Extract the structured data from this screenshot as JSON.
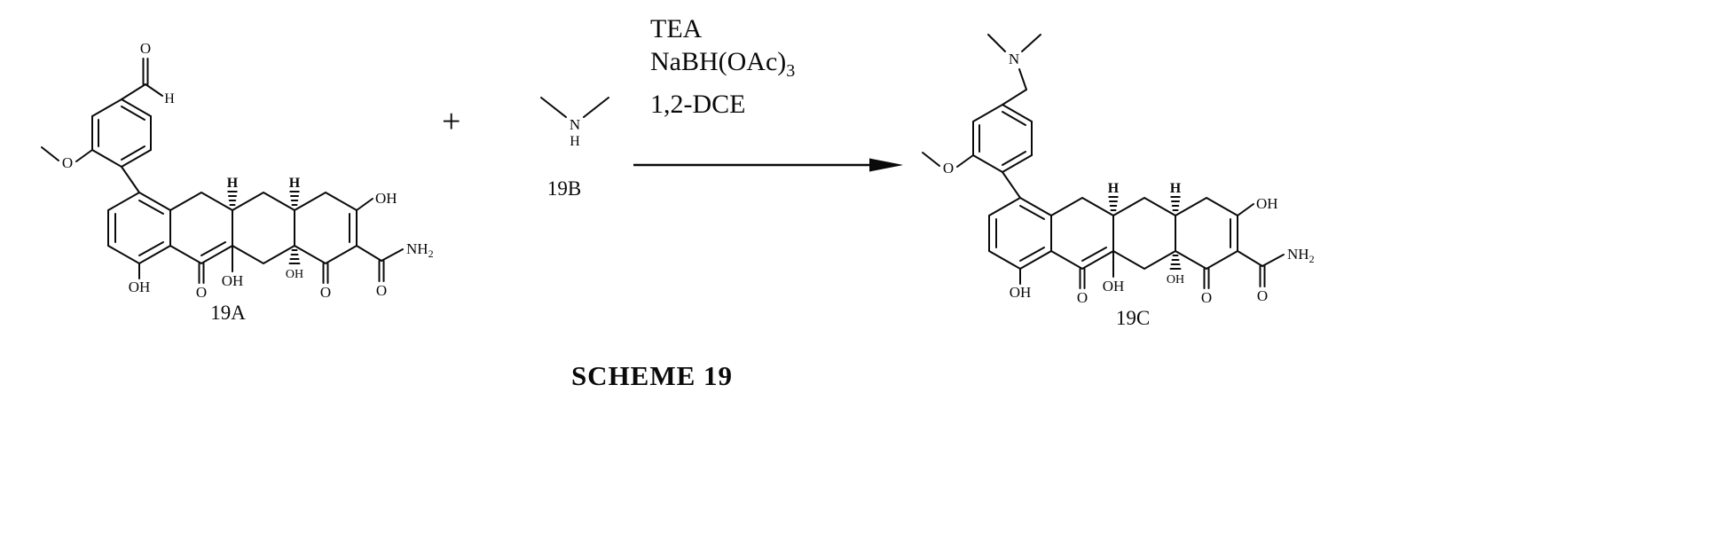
{
  "scheme": {
    "title": "SCHEME 19",
    "plus_sign": "+",
    "compound_labels": {
      "reactant": "19A",
      "amine": "19B",
      "product": "19C"
    },
    "reagents": {
      "line1": "TEA",
      "line2_base": "NaBH(OAc)",
      "line2_subscript": "3",
      "line3": "1,2-DCE"
    }
  },
  "atom_labels": {
    "oxygen": "O",
    "hydrogen": "H",
    "hydroxyl": "OH",
    "nitrogen": "N",
    "amide_base": "NH",
    "amide_subscript": "2"
  }
}
